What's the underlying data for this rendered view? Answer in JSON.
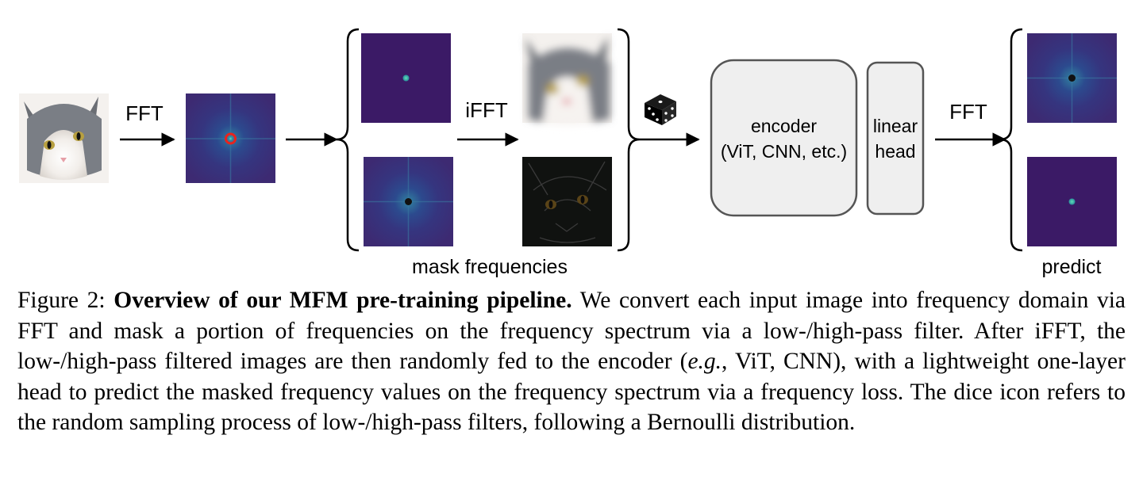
{
  "figure": {
    "labels": {
      "fft_1": "FFT",
      "ifft": "iFFT",
      "fft_2": "FFT",
      "encoder_line1": "encoder",
      "encoder_line2": "(ViT, CNN, etc.)",
      "head_line1": "linear",
      "head_line2": "head",
      "mask_frequencies": "mask frequencies",
      "predict": "predict"
    },
    "icons": {
      "dice": "dice-icon",
      "cat": "cat-photo",
      "spectrum": "frequency-spectrum"
    },
    "colors": {
      "spectrum_bg": "#3b1a66",
      "spectrum_mid": "#2f3f8a",
      "spectrum_center": "#33b8a0",
      "mask_circle": "#e8231e",
      "box_fill": "#efefef",
      "box_stroke": "#555555"
    }
  },
  "caption": {
    "label": "Figure 2:",
    "title": "Overview of our MFM pre-training pipeline.",
    "text_1": "We convert each input image into frequency domain via FFT and mask a portion of frequencies on the frequency spectrum via a low-/high-pass filter. After iFFT, the low-/high-pass filtered images are then randomly fed to the encoder (",
    "eg": "e.g.",
    "text_2": ", ViT, CNN), with a lightweight one-layer head to predict the masked frequency values on the frequency spectrum via a frequency loss. The dice icon refers to the random sampling process of low-/high-pass filters, following a Bernoulli distribution."
  }
}
